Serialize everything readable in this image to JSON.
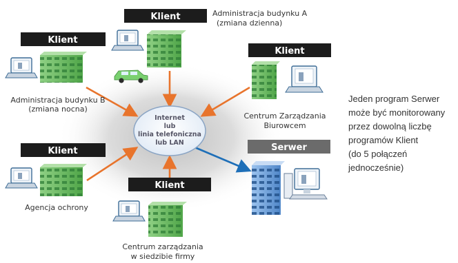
{
  "nodes": {
    "client_top": {
      "tag": "Klient",
      "caption": [
        "Administracja budynku A",
        "(zmiana dzienna)"
      ]
    },
    "client_left_top": {
      "tag": "Klient",
      "caption": [
        "Administracja budynku B",
        "(zmiana nocna)"
      ]
    },
    "client_right": {
      "tag": "Klient",
      "caption": [
        "Centrum Zarządzania",
        "Biurowcem"
      ]
    },
    "client_left_bottom": {
      "tag": "Klient",
      "caption": [
        "Agencja ochrony"
      ]
    },
    "client_bottom": {
      "tag": "Klient",
      "caption": [
        "Centrum zarządzania",
        "w siedzibie firmy"
      ]
    },
    "server": {
      "tag": "Serwer"
    }
  },
  "hub": {
    "lines": [
      "Internet",
      "lub",
      "linia telefoniczna",
      "lub LAN"
    ]
  },
  "note": {
    "lines": [
      "Jeden program Serwer",
      "może być monitorowany",
      "przez dowolną liczbę",
      "programów Klient",
      "(do 5 połączeń",
      "jednocześnie)"
    ]
  },
  "colors": {
    "client_tag": "#1c1c1c",
    "server_tag": "#6b6b6b",
    "client_arrow": "#e8742c",
    "server_arrow": "#1e6fb8",
    "building": "#6cbf64",
    "server_building": "#6f9fd6"
  }
}
